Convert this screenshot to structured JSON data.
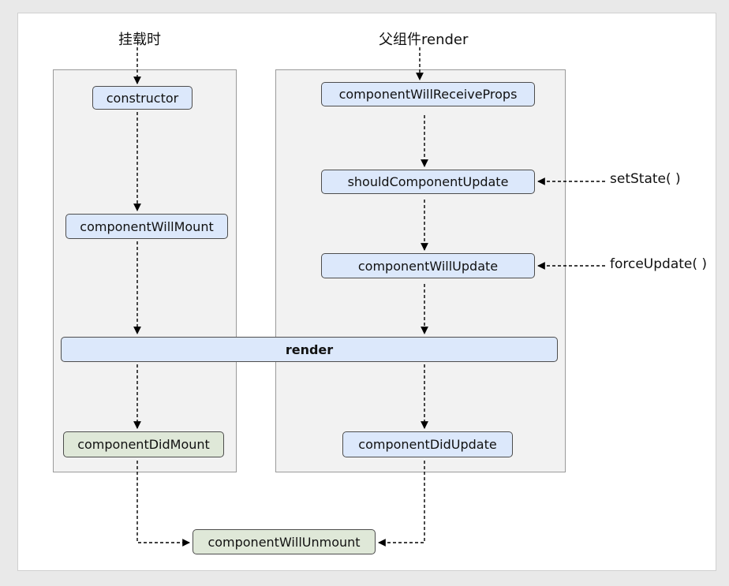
{
  "labels": {
    "mount_label": "挂载时",
    "parent_render_label": "父组件render",
    "set_state_label": "setState( )",
    "force_update_label": "forceUpdate( )"
  },
  "nodes": {
    "constructor": "constructor",
    "component_will_mount": "componentWillMount",
    "render": "render",
    "component_did_mount": "componentDidMount",
    "component_will_receive_props": "componentWillReceiveProps",
    "should_component_update": "shouldComponentUpdate",
    "component_will_update": "componentWillUpdate",
    "component_did_update": "componentDidUpdate",
    "component_will_unmount": "componentWillUnmount"
  },
  "colors": {
    "node_blue": "#dce8fb",
    "node_green": "#dfe8d8",
    "panel": "#f2f2f2",
    "arrow": "#000000"
  }
}
